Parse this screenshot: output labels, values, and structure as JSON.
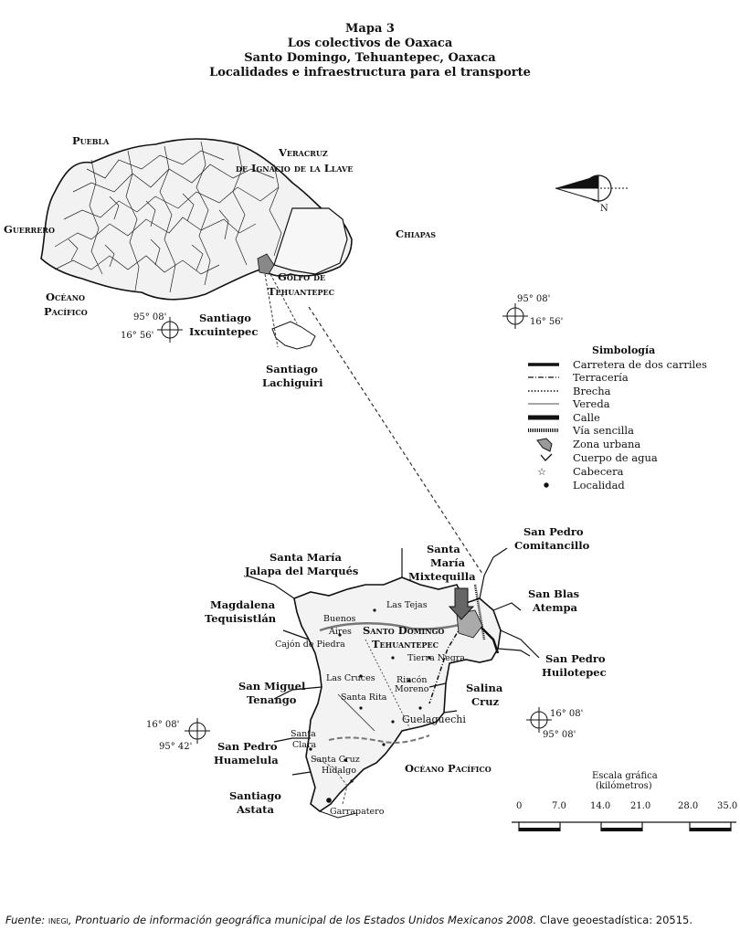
{
  "title": {
    "line1": "Mapa 3",
    "line2": "Los colectivos de Oaxaca",
    "line3": "Santo Domingo, Tehuantepec, Oaxaca",
    "line4": "Localidades e infraestructura para el transporte"
  },
  "upper_map": {
    "puebla": "Puebla",
    "veracruz_1": "Veracruz",
    "veracruz_2": "de Ignacio de la Llave",
    "guerrero": "Guerrero",
    "chiapas": "Chiapas",
    "golfo_1": "Golfo de",
    "golfo_2": "Tehuantepec",
    "oceano_1": "Océano",
    "oceano_2": "Pacífico",
    "ixcuintepec_1": "Santiago",
    "ixcuintepec_2": "Ixcuintepec",
    "lachiguiri_1": "Santiago",
    "lachiguiri_2": "Lachiguiri",
    "coord_lon": "95° 08'",
    "coord_lat": "16° 56'",
    "coord2_lon": "95° 08'",
    "coord2_lat": "16° 56'",
    "north": "N"
  },
  "legend": {
    "title": "Simbología",
    "items": [
      {
        "label": "Carretera de dos carriles",
        "symbol": "thick-line"
      },
      {
        "label": "Terracería",
        "symbol": "dash-dot-line"
      },
      {
        "label": "Brecha",
        "symbol": "dotted-line"
      },
      {
        "label": "Vereda",
        "symbol": "thin-line"
      },
      {
        "label": "Calle",
        "symbol": "bold-line"
      },
      {
        "label": "Vía sencilla",
        "symbol": "rail-line"
      },
      {
        "label": "Zona urbana",
        "symbol": "urban-patch"
      },
      {
        "label": "Cuerpo de agua",
        "symbol": "water-symbol"
      },
      {
        "label": "Cabecera",
        "symbol": "star"
      },
      {
        "label": "Localidad",
        "symbol": "dot"
      }
    ]
  },
  "lower_map": {
    "comitancillo_1": "San Pedro",
    "comitancillo_2": "Comitancillo",
    "mixtequilla_1": "Santa",
    "mixtequilla_2": "María",
    "mixtequilla_3": "Mixtequilla",
    "jalapa_1": "Santa María",
    "jalapa_2": "Jalapa del Marqués",
    "atempa_1": "San Blas",
    "atempa_2": "Atempa",
    "tequisistlan_1": "Magdalena",
    "tequisistlan_2": "Tequisistlán",
    "las_tejas": "Las Tejas",
    "buenos_1": "Buenos",
    "buenos_2": "Aires",
    "santo_domingo_1": "Santo Domingo",
    "santo_domingo_2": "Tehuantepec",
    "cajon": "Cajón de Piedra",
    "tierra_negra": "Tierra Negra",
    "huilotepec_1": "San Pedro",
    "huilotepec_2": "Huilotepec",
    "las_cruces": "Las Cruces",
    "rincon_1": "Rincón",
    "rincon_2": "Moreno",
    "tenango_1": "San Miguel",
    "tenango_2": "Tenango",
    "santa_rita": "Santa Rita",
    "salina_1": "Salina",
    "salina_2": "Cruz",
    "guelaguechi": "Guelaguechi",
    "santa_clara_1": "Santa",
    "santa_clara_2": "Clara",
    "huamelula_1": "San Pedro",
    "huamelula_2": "Huamelula",
    "santa_cruz_1": "Santa Cruz",
    "santa_cruz_2": "Hidalgo",
    "oceano": "Océano Pacífico",
    "astata_1": "Santiago",
    "astata_2": "Astata",
    "garrapatero": "Garrapatero",
    "coord_w_lat": "16° 08'",
    "coord_w_lon": "95° 42'",
    "coord_e_lat": "16° 08'",
    "coord_e_lon": "95° 08'"
  },
  "scale": {
    "title_1": "Escala gráfica",
    "title_2": "(kilómetros)",
    "ticks": [
      "0",
      "7.0",
      "14.0",
      "21.0",
      "28.0",
      "35.0"
    ]
  },
  "source": {
    "fuente": "Fuente:",
    "inegi": "inegi",
    "text": ", Prontuario de información geográfica municipal de los Estados Unidos Mexicanos 2008.",
    "clave": " Clave geoestadística: 20515."
  }
}
